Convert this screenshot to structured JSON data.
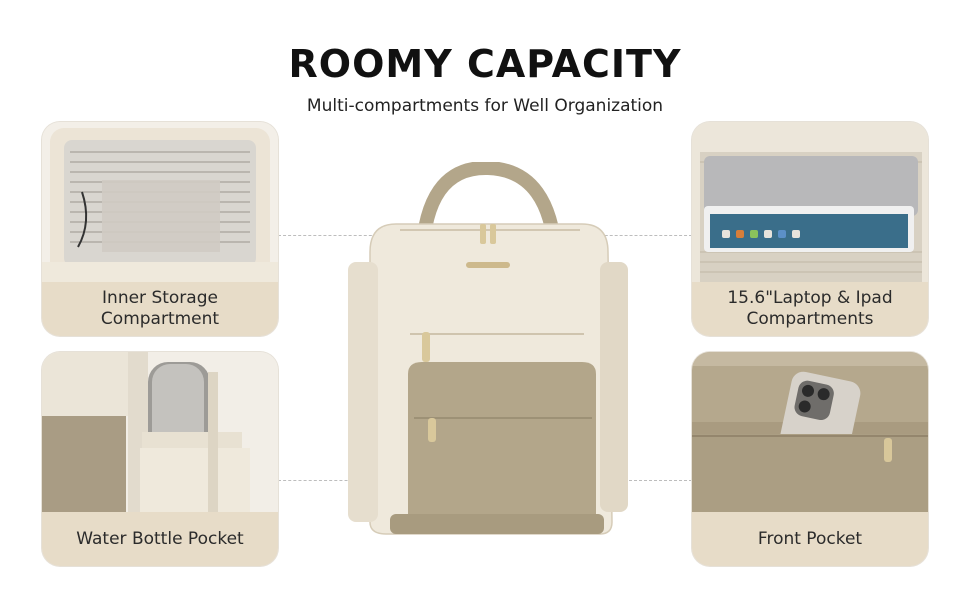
{
  "header": {
    "title": "ROOMY CAPACITY",
    "subtitle": "Multi-compartments for Well Organization"
  },
  "features": {
    "inner_storage": "Inner Storage Compartment",
    "laptop_ipad": "15.6\"Laptop & Ipad Compartments",
    "water_bottle": "Water Bottle Pocket",
    "front_pocket": "Front Pocket"
  },
  "colors": {
    "cream": "#efe9dc",
    "khaki": "#b3a68a",
    "label_bg": "#e7dcc8"
  }
}
